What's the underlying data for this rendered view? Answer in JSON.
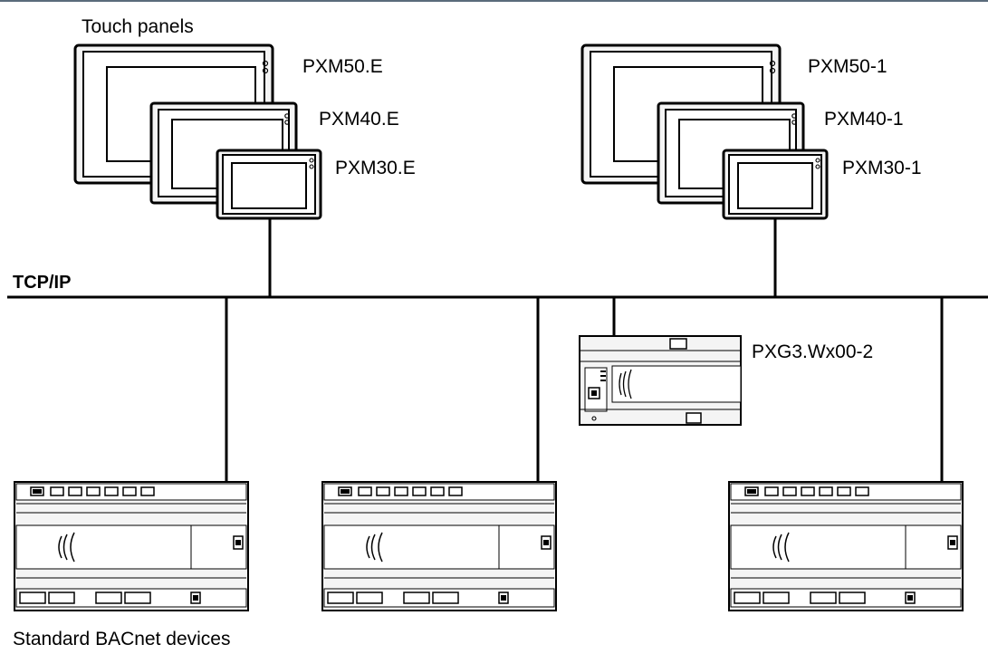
{
  "panels_group_label": "Touch panels",
  "network_label": "TCP/IP",
  "left_panels": [
    "PXM50.E",
    "PXM40.E",
    "PXM30.E"
  ],
  "right_panels": [
    "PXM50-1",
    "PXM40-1",
    "PXM30-1"
  ],
  "controller_label": "PXG3.Wx00-2",
  "devices_group_label": "Standard BACnet devices",
  "colors": {
    "line": "#000000",
    "frame": "#1a1a1a",
    "device_fill": "#f2f2f2",
    "top_border": "#5a6b7b"
  }
}
